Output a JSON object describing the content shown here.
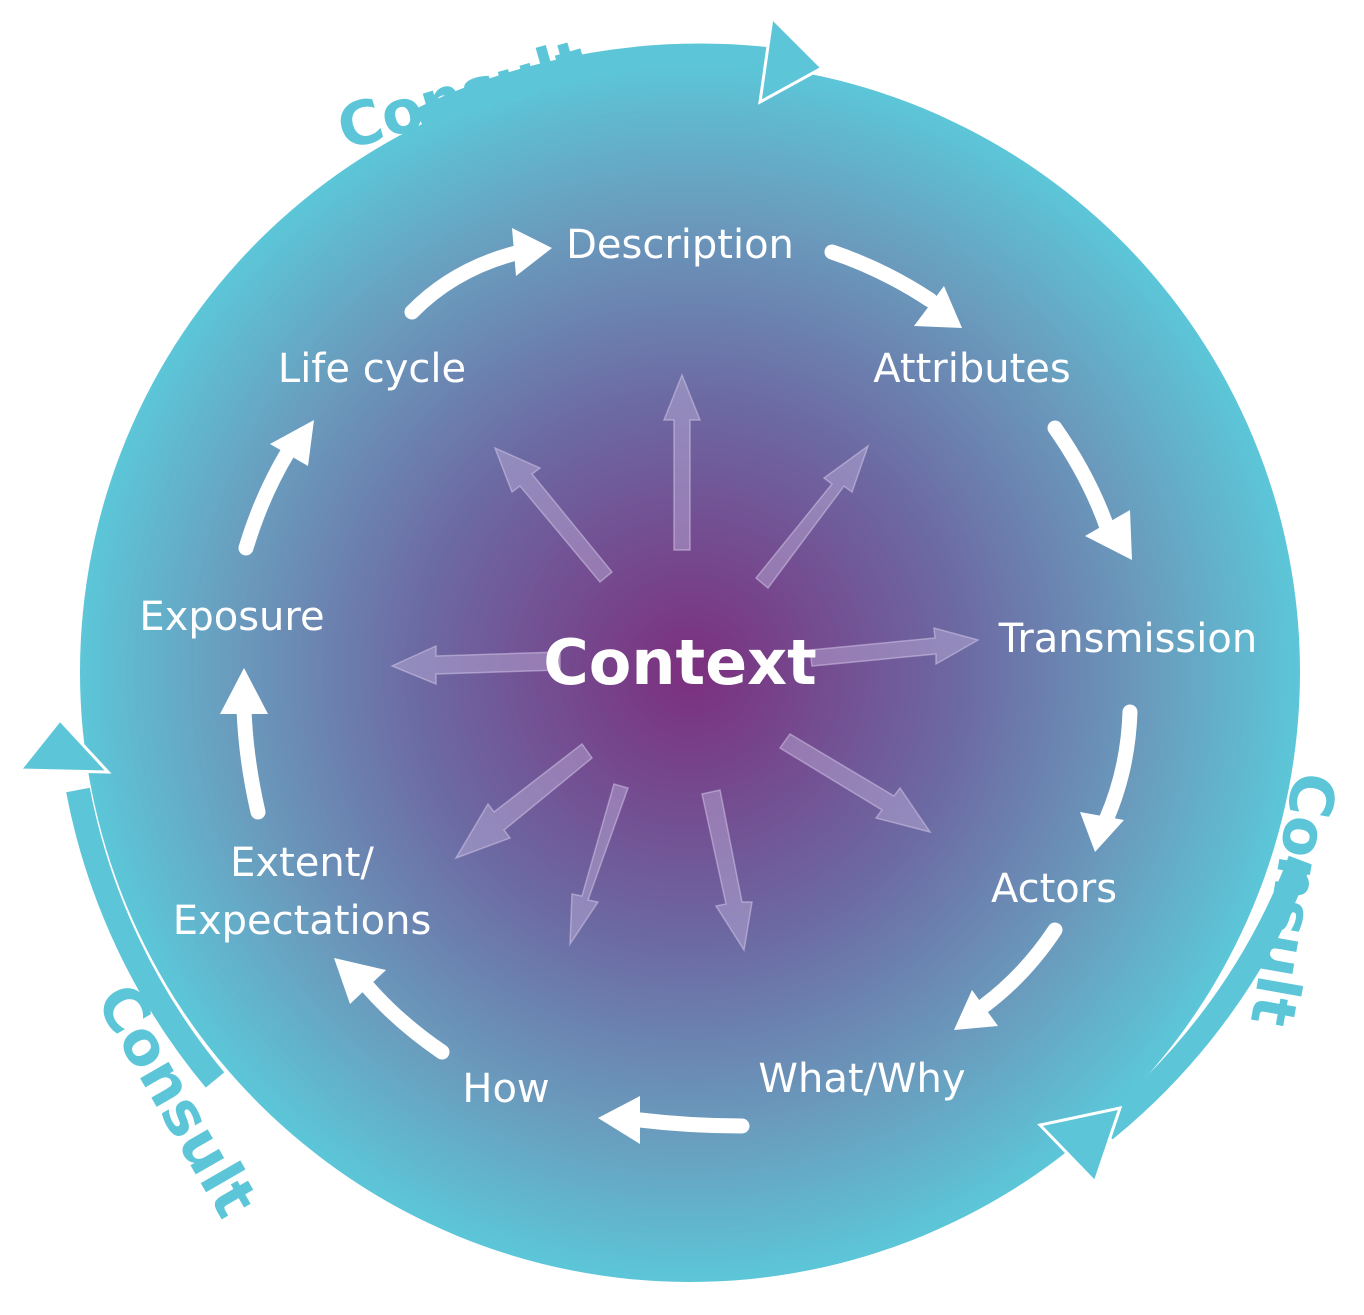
{
  "diagram": {
    "center": "Context",
    "nodes": [
      "Description",
      "Attributes",
      "Transmission",
      "Actors",
      "What/Why",
      "How",
      "Extent/",
      "Expectations",
      "Exposure",
      "Life cycle"
    ],
    "consult_labels": [
      "Consult",
      "Consult",
      "Consult"
    ],
    "colors": {
      "center": "#7c2f7e",
      "mid": "#6f7fae",
      "edge": "#5cc6d8",
      "text": "#ffffff"
    }
  }
}
